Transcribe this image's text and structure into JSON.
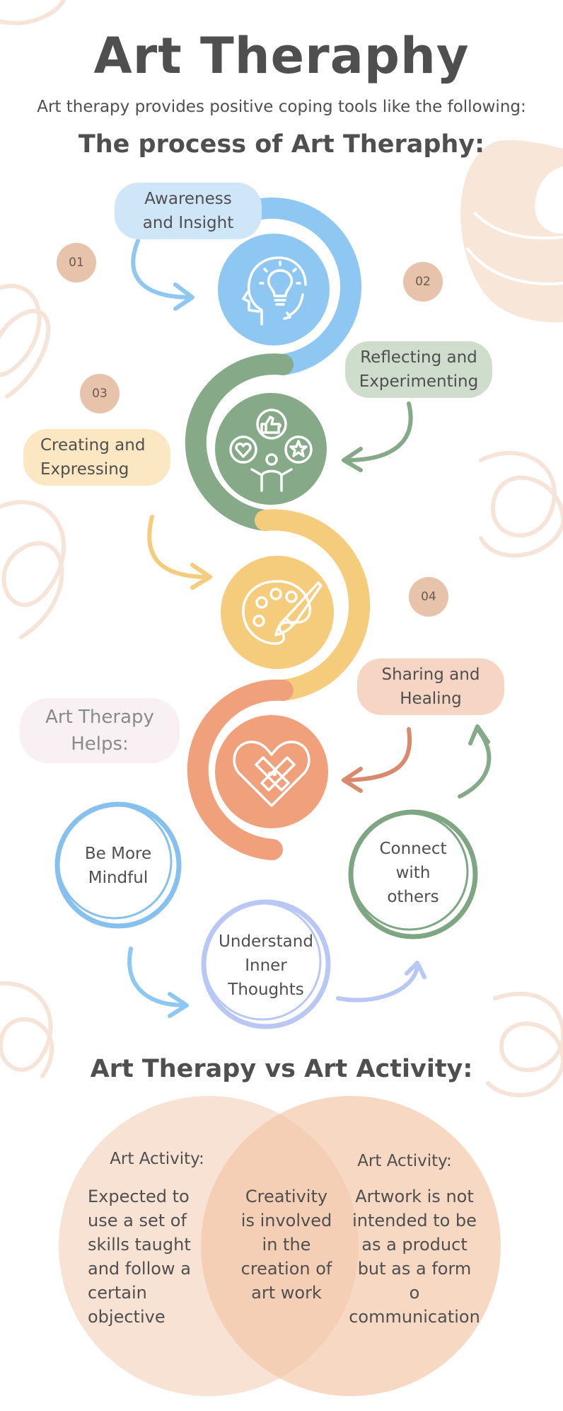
{
  "title": "Art Theraphy",
  "subtitle": "Art therapy provides positive coping tools like the following:",
  "process_heading": "The process of Art Theraphy:",
  "steps": [
    {
      "number": "01",
      "label": "Awareness and Insight",
      "label_lines": [
        "Awareness",
        "and Insight"
      ],
      "icon": "head-lightbulb-icon",
      "color": "#8ec8f2"
    },
    {
      "number": "02",
      "label": "Reflecting and Experimenting",
      "label_lines": [
        "Reflecting and",
        "Experimenting"
      ],
      "icon": "feedback-person-icon",
      "color": "#86a987"
    },
    {
      "number": "03",
      "label": "Creating and Expressing",
      "label_lines": [
        "Creating and",
        "Expressing"
      ],
      "icon": "palette-brush-icon",
      "color": "#f4cc7c"
    },
    {
      "number": "04",
      "label": "Sharing and Healing",
      "label_lines": [
        "Sharing and",
        "Healing"
      ],
      "icon": "bandaged-heart-icon",
      "color": "#f0a17c"
    }
  ],
  "helps": {
    "heading": "Art Therapy Helps:",
    "heading_lines": [
      "Art Therapy",
      "Helps:"
    ],
    "items": [
      {
        "label": "Be More Mindful",
        "lines": [
          "Be More",
          "Mindful"
        ],
        "color": "#85c0ef"
      },
      {
        "label": "Understand Inner Thoughts",
        "lines": [
          "Understand",
          "Inner",
          "Thoughts"
        ],
        "color": "#b9c7f5"
      },
      {
        "label": "Connect with others",
        "lines": [
          "Connect",
          "with",
          "others"
        ],
        "color": "#7fa683"
      }
    ]
  },
  "comparison": {
    "heading": "Art Therapy vs Art Activity:",
    "left": {
      "heading": "Art Activity:",
      "lines": [
        "Expected to",
        "use a set of",
        "skills taught",
        "and follow a",
        "certain",
        "objective"
      ]
    },
    "middle": {
      "lines": [
        "Creativity",
        "is involved",
        "in the",
        "creation of",
        "art work"
      ]
    },
    "right": {
      "heading": "Art Activity:",
      "lines": [
        "Artwork is not",
        "intended to be",
        "as a product",
        "but as a form",
        "o",
        "communication"
      ]
    }
  },
  "colors": {
    "blue": "#8ec8f2",
    "green": "#86a987",
    "yellow": "#f4cc7c",
    "orange": "#f0a17c",
    "peach_number": "#e6c3aa",
    "venn_left": "#f7ddcb",
    "venn_right": "#f3c7a8"
  }
}
